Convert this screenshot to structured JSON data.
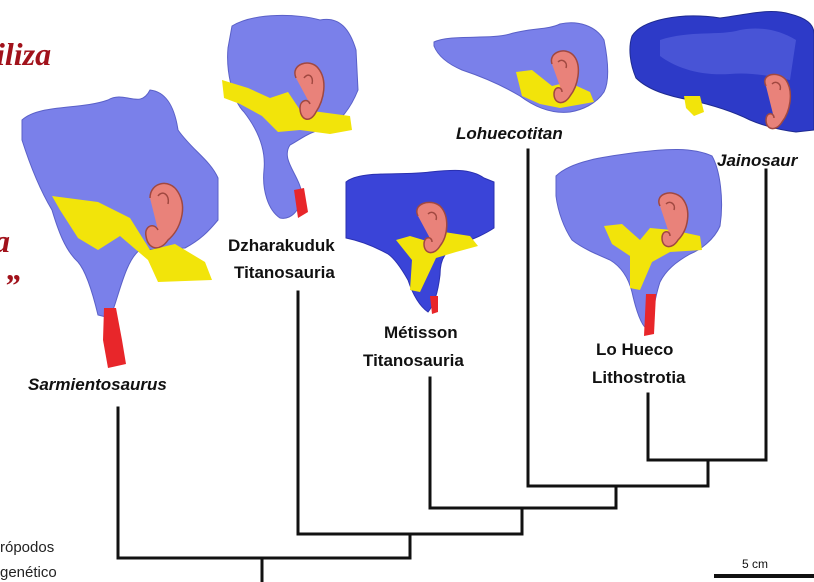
{
  "overlay": {
    "red_title_1": "iliza",
    "red_frag_2": "a",
    "red_frag_3": "”",
    "caption_1": "rópodos",
    "caption_2": "genético"
  },
  "taxa": [
    {
      "label_line1": "Sarmientosaurus",
      "label_line2": "",
      "italic": true
    },
    {
      "label_line1": "Dzharakuduk",
      "label_line2": "Titanosauria",
      "italic": false
    },
    {
      "label_line1": "Métisson",
      "label_line2": "Titanosauria",
      "italic": false
    },
    {
      "label_line1": "Lohuecotitan",
      "label_line2": "",
      "italic": true
    },
    {
      "label_line1": "Lo Hueco",
      "label_line2": "Lithostrotia",
      "italic": false
    },
    {
      "label_line1": "Jainosaur",
      "label_line2": "",
      "italic": true
    }
  ],
  "scale_bar": {
    "label": "5 cm"
  },
  "colors": {
    "braincase": "#7a80ea",
    "braincase_dark": "#3a44d8",
    "nerves": "#f2e40a",
    "inner_ear": "#e9827a",
    "vessel": "#e8262a",
    "tree_line": "#111111",
    "accent_text": "#a1121b"
  }
}
